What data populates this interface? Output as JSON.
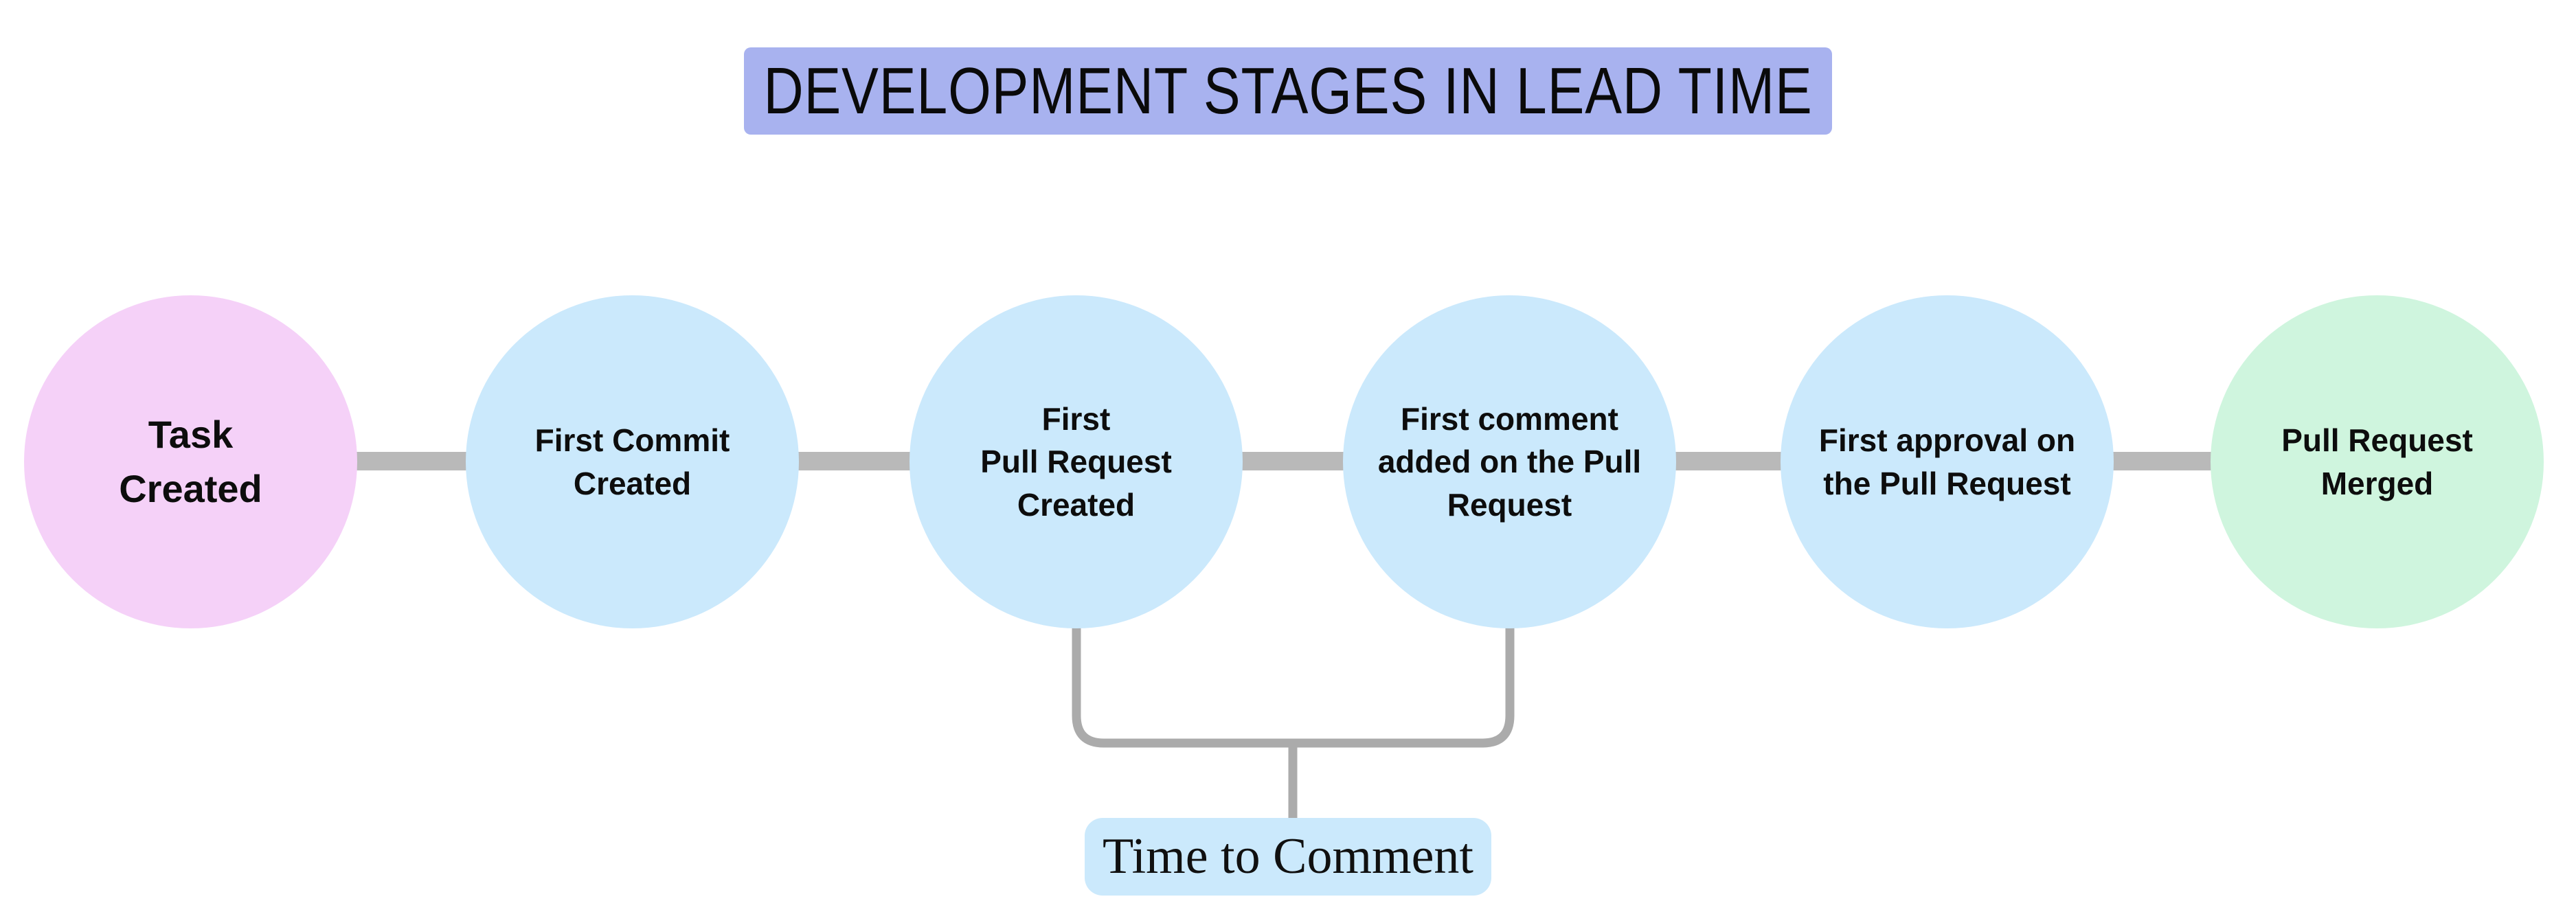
{
  "title": {
    "text": "DEVELOPMENT STAGES IN LEAD TIME"
  },
  "stages": [
    {
      "label": "Task\nCreated"
    },
    {
      "label": "First Commit\nCreated"
    },
    {
      "label": "First\nPull Request\nCreated"
    },
    {
      "label": "First comment\nadded on the Pull\nRequest"
    },
    {
      "label": "First approval on\nthe Pull Request"
    },
    {
      "label": "Pull Request\nMerged"
    }
  ],
  "annotation": {
    "label": "Time to Comment"
  },
  "colors": {
    "title_bg": "#a8b2ef",
    "stage_start": "#f5d1f8",
    "stage_mid": "#cbe9fc",
    "stage_end": "#cff5de",
    "connector": "#b9b9b9",
    "bracket": "#ababab",
    "annotation_bg": "#cbe9fc"
  }
}
